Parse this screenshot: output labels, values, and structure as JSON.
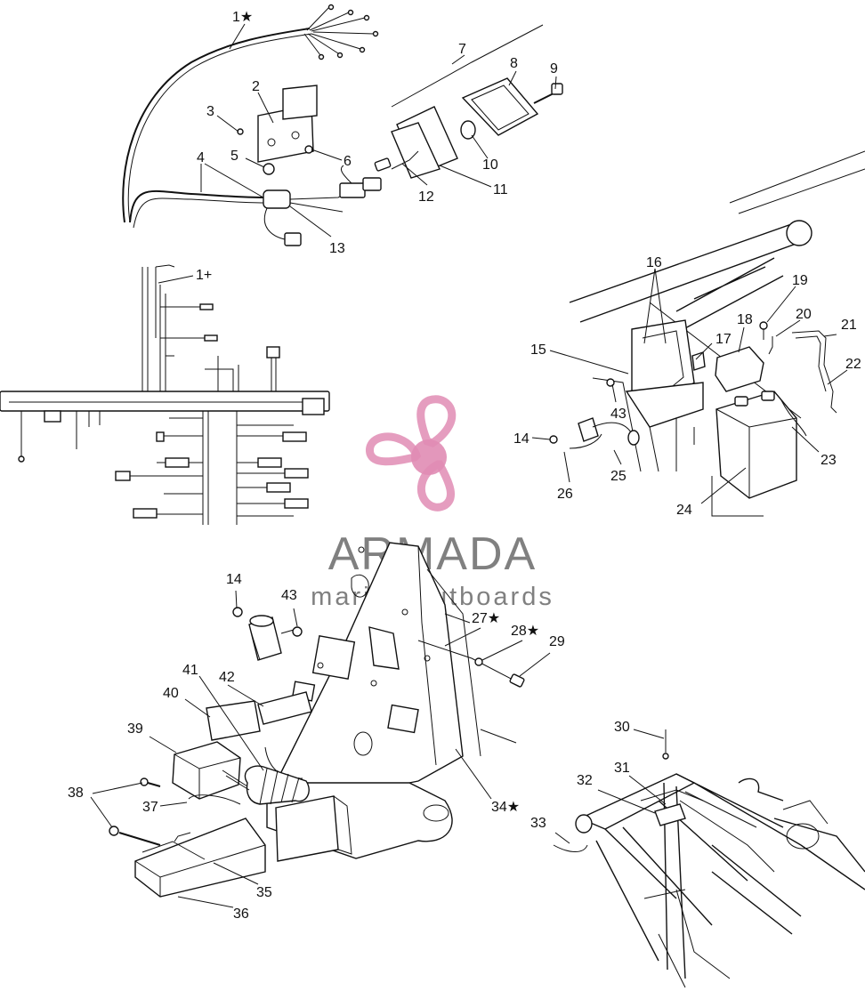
{
  "watermark": {
    "brand": "ARMADA",
    "tagline": "marine outboards",
    "brand_color": "#808080",
    "logo_color": "#e08cb4"
  },
  "parts": [
    {
      "id": "p1s",
      "text": "1★"
    },
    {
      "id": "p1p",
      "text": "1+"
    },
    {
      "id": "p2",
      "text": "2"
    },
    {
      "id": "p3",
      "text": "3"
    },
    {
      "id": "p4",
      "text": "4"
    },
    {
      "id": "p5",
      "text": "5"
    },
    {
      "id": "p6",
      "text": "6"
    },
    {
      "id": "p7",
      "text": "7"
    },
    {
      "id": "p8",
      "text": "8"
    },
    {
      "id": "p9",
      "text": "9"
    },
    {
      "id": "p10",
      "text": "10"
    },
    {
      "id": "p11",
      "text": "11"
    },
    {
      "id": "p12",
      "text": "12"
    },
    {
      "id": "p13",
      "text": "13"
    },
    {
      "id": "p14a",
      "text": "14"
    },
    {
      "id": "p14b",
      "text": "14"
    },
    {
      "id": "p15",
      "text": "15"
    },
    {
      "id": "p16",
      "text": "16"
    },
    {
      "id": "p17",
      "text": "17"
    },
    {
      "id": "p18",
      "text": "18"
    },
    {
      "id": "p19",
      "text": "19"
    },
    {
      "id": "p20",
      "text": "20"
    },
    {
      "id": "p21",
      "text": "21"
    },
    {
      "id": "p22",
      "text": "22"
    },
    {
      "id": "p23",
      "text": "23"
    },
    {
      "id": "p24",
      "text": "24"
    },
    {
      "id": "p25",
      "text": "25"
    },
    {
      "id": "p26",
      "text": "26"
    },
    {
      "id": "p27",
      "text": "27★"
    },
    {
      "id": "p28",
      "text": "28★"
    },
    {
      "id": "p29",
      "text": "29"
    },
    {
      "id": "p30",
      "text": "30"
    },
    {
      "id": "p31",
      "text": "31"
    },
    {
      "id": "p32",
      "text": "32"
    },
    {
      "id": "p33",
      "text": "33"
    },
    {
      "id": "p34",
      "text": "34★"
    },
    {
      "id": "p35",
      "text": "35"
    },
    {
      "id": "p36",
      "text": "36"
    },
    {
      "id": "p37",
      "text": "37"
    },
    {
      "id": "p38",
      "text": "38"
    },
    {
      "id": "p39",
      "text": "39"
    },
    {
      "id": "p40",
      "text": "40"
    },
    {
      "id": "p41",
      "text": "41"
    },
    {
      "id": "p42",
      "text": "42"
    },
    {
      "id": "p43a",
      "text": "43"
    },
    {
      "id": "p43b",
      "text": "43"
    }
  ]
}
